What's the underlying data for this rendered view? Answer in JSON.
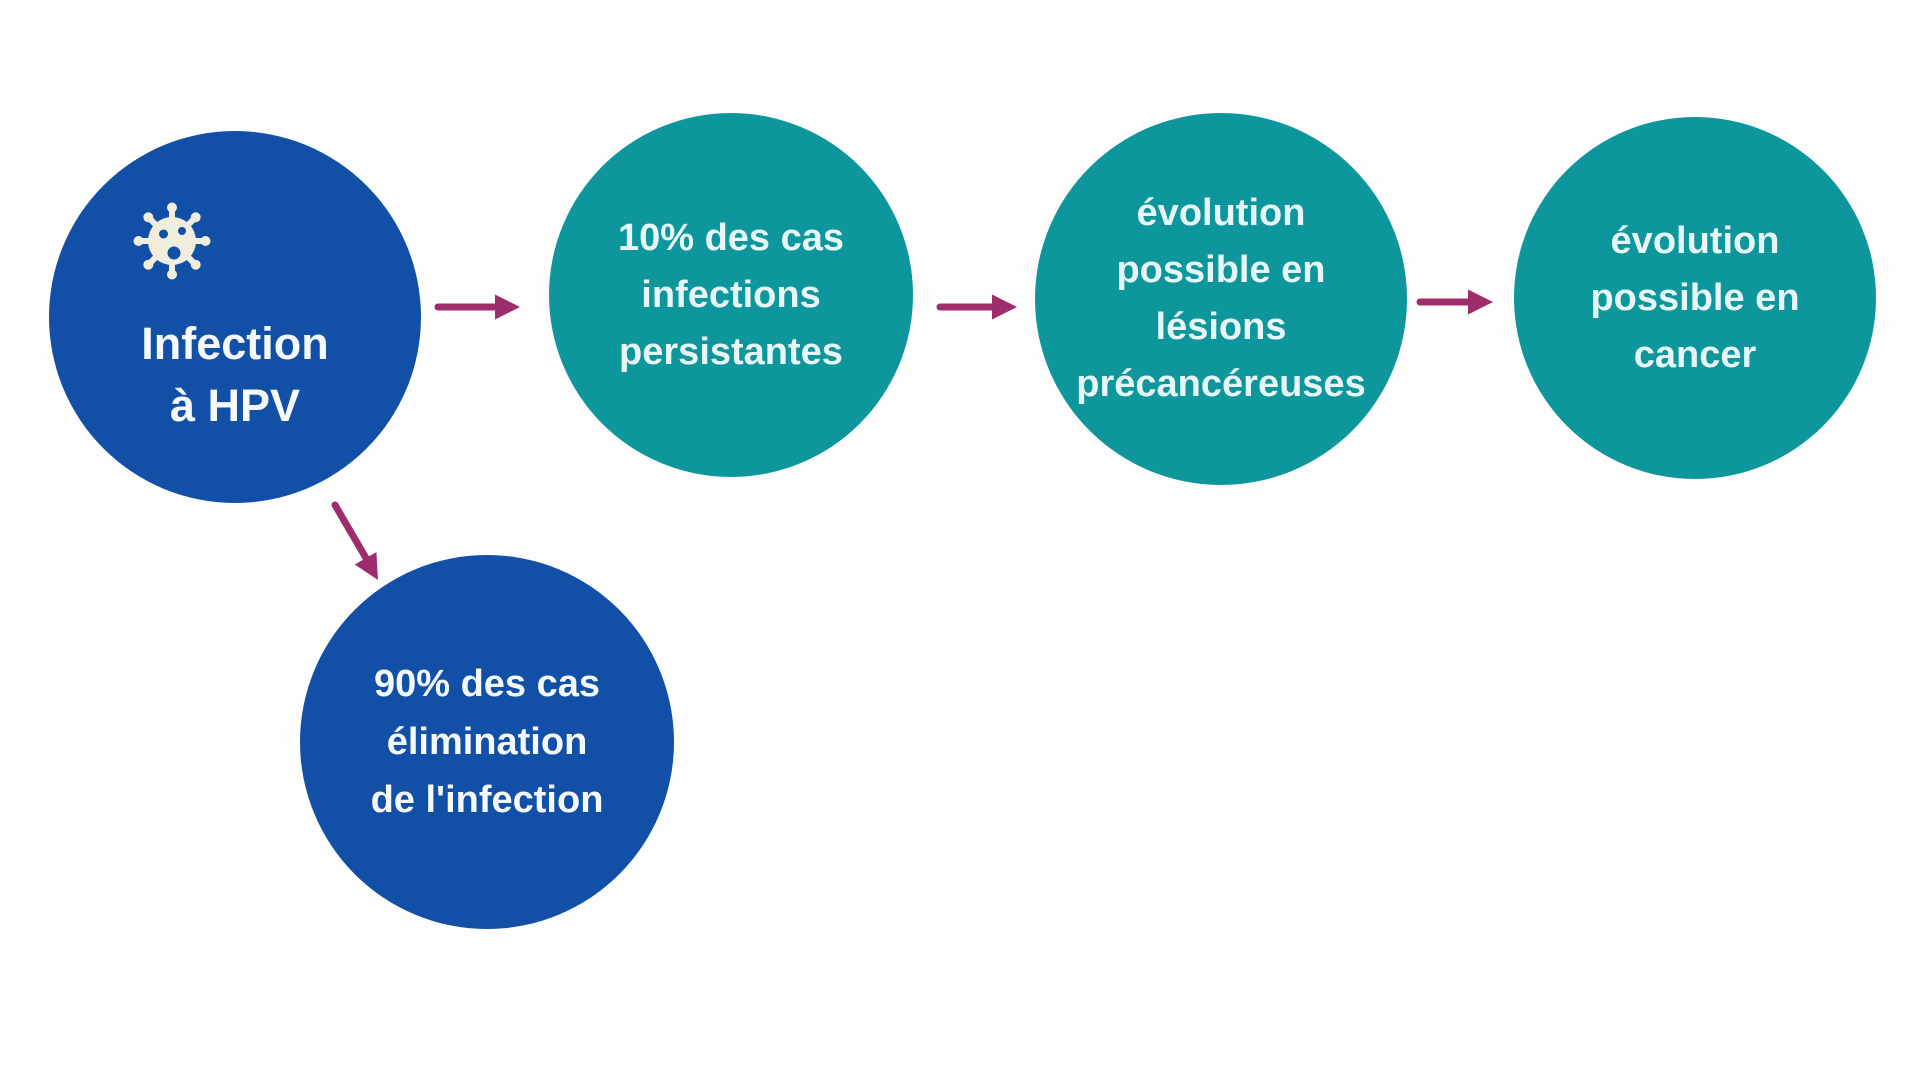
{
  "colors": {
    "background": "#fdfdfd",
    "blue": "#1150a6",
    "teal": "#0d969c",
    "arrow": "#9e2d6b",
    "icon_cream": "#f2eedd",
    "text_on_blue": "#f5f9fb",
    "text_on_teal": "#e7f6f7"
  },
  "nodes": [
    {
      "id": "infection-hpv",
      "color": "blue",
      "icon": "virus-icon",
      "lines": [
        "Infection",
        "à HPV"
      ]
    },
    {
      "id": "infections-persistantes",
      "color": "teal",
      "lines": [
        "10% des cas",
        "infections",
        "persistantes"
      ]
    },
    {
      "id": "lesions-precancereuses",
      "color": "teal",
      "lines": [
        "évolution",
        "possible en",
        "lésions",
        "précancéreuses"
      ]
    },
    {
      "id": "evolution-cancer",
      "color": "teal",
      "lines": [
        "évolution",
        "possible en",
        "cancer"
      ]
    },
    {
      "id": "elimination-infection",
      "color": "blue",
      "lines": [
        "90% des cas",
        "élimination",
        "de l'infection"
      ]
    }
  ],
  "edges": [
    {
      "from": "infection-hpv",
      "to": "infections-persistantes",
      "direction": "right"
    },
    {
      "from": "infections-persistantes",
      "to": "lesions-precancereuses",
      "direction": "right"
    },
    {
      "from": "lesions-precancereuses",
      "to": "evolution-cancer",
      "direction": "right"
    },
    {
      "from": "infection-hpv",
      "to": "elimination-infection",
      "direction": "down-right"
    }
  ]
}
